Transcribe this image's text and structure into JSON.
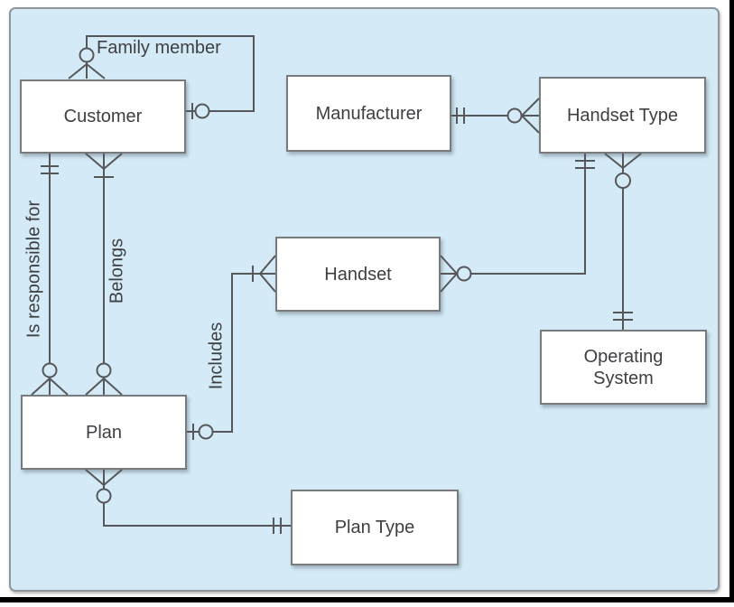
{
  "colors": {
    "canvas_fill": "#d4ebf7",
    "canvas_border": "#8e959c",
    "entity_fill": "#ffffff",
    "entity_border": "#787b7e",
    "connector_line": "#55575a",
    "text": "#3d3f42",
    "outer_frame": "#000000"
  },
  "entities": [
    {
      "id": "customer",
      "label": "Customer"
    },
    {
      "id": "manufacturer",
      "label": "Manufacturer"
    },
    {
      "id": "handset-type",
      "label": "Handset Type"
    },
    {
      "id": "handset",
      "label": "Handset"
    },
    {
      "id": "operating-system",
      "label": "Operating System"
    },
    {
      "id": "plan",
      "label": "Plan"
    },
    {
      "id": "plan-type",
      "label": "Plan Type"
    }
  ],
  "relationship_labels": {
    "family_member": "Family member",
    "is_responsible_for": "Is responsible for",
    "belongs": "Belongs",
    "includes": "Includes"
  },
  "relationships": [
    {
      "name": "family-member",
      "from": "Customer",
      "to": "Customer",
      "label": "Family member",
      "from_cardinality": "zero-or-many",
      "to_cardinality": "zero-or-one"
    },
    {
      "name": "is-responsible-for",
      "from": "Customer",
      "to": "Plan",
      "label": "Is responsible for",
      "from_cardinality": "exactly-one",
      "to_cardinality": "zero-or-many"
    },
    {
      "name": "belongs",
      "from": "Customer",
      "to": "Plan",
      "label": "Belongs",
      "from_cardinality": "one-or-many",
      "to_cardinality": "zero-or-many"
    },
    {
      "name": "includes",
      "from": "Plan",
      "to": "Handset",
      "label": "Includes",
      "from_cardinality": "zero-or-one",
      "to_cardinality": "one-or-many"
    },
    {
      "name": "manufacturer-handset-type",
      "from": "Manufacturer",
      "to": "Handset Type",
      "from_cardinality": "exactly-one",
      "to_cardinality": "zero-or-many"
    },
    {
      "name": "handset-handset-type",
      "from": "Handset",
      "to": "Handset Type",
      "from_cardinality": "zero-or-many",
      "to_cardinality": "exactly-one"
    },
    {
      "name": "handset-type-operating-system",
      "from": "Handset Type",
      "to": "Operating System",
      "from_cardinality": "zero-or-many",
      "to_cardinality": "exactly-one"
    },
    {
      "name": "plan-plan-type",
      "from": "Plan",
      "to": "Plan Type",
      "from_cardinality": "zero-or-many",
      "to_cardinality": "exactly-one"
    }
  ]
}
